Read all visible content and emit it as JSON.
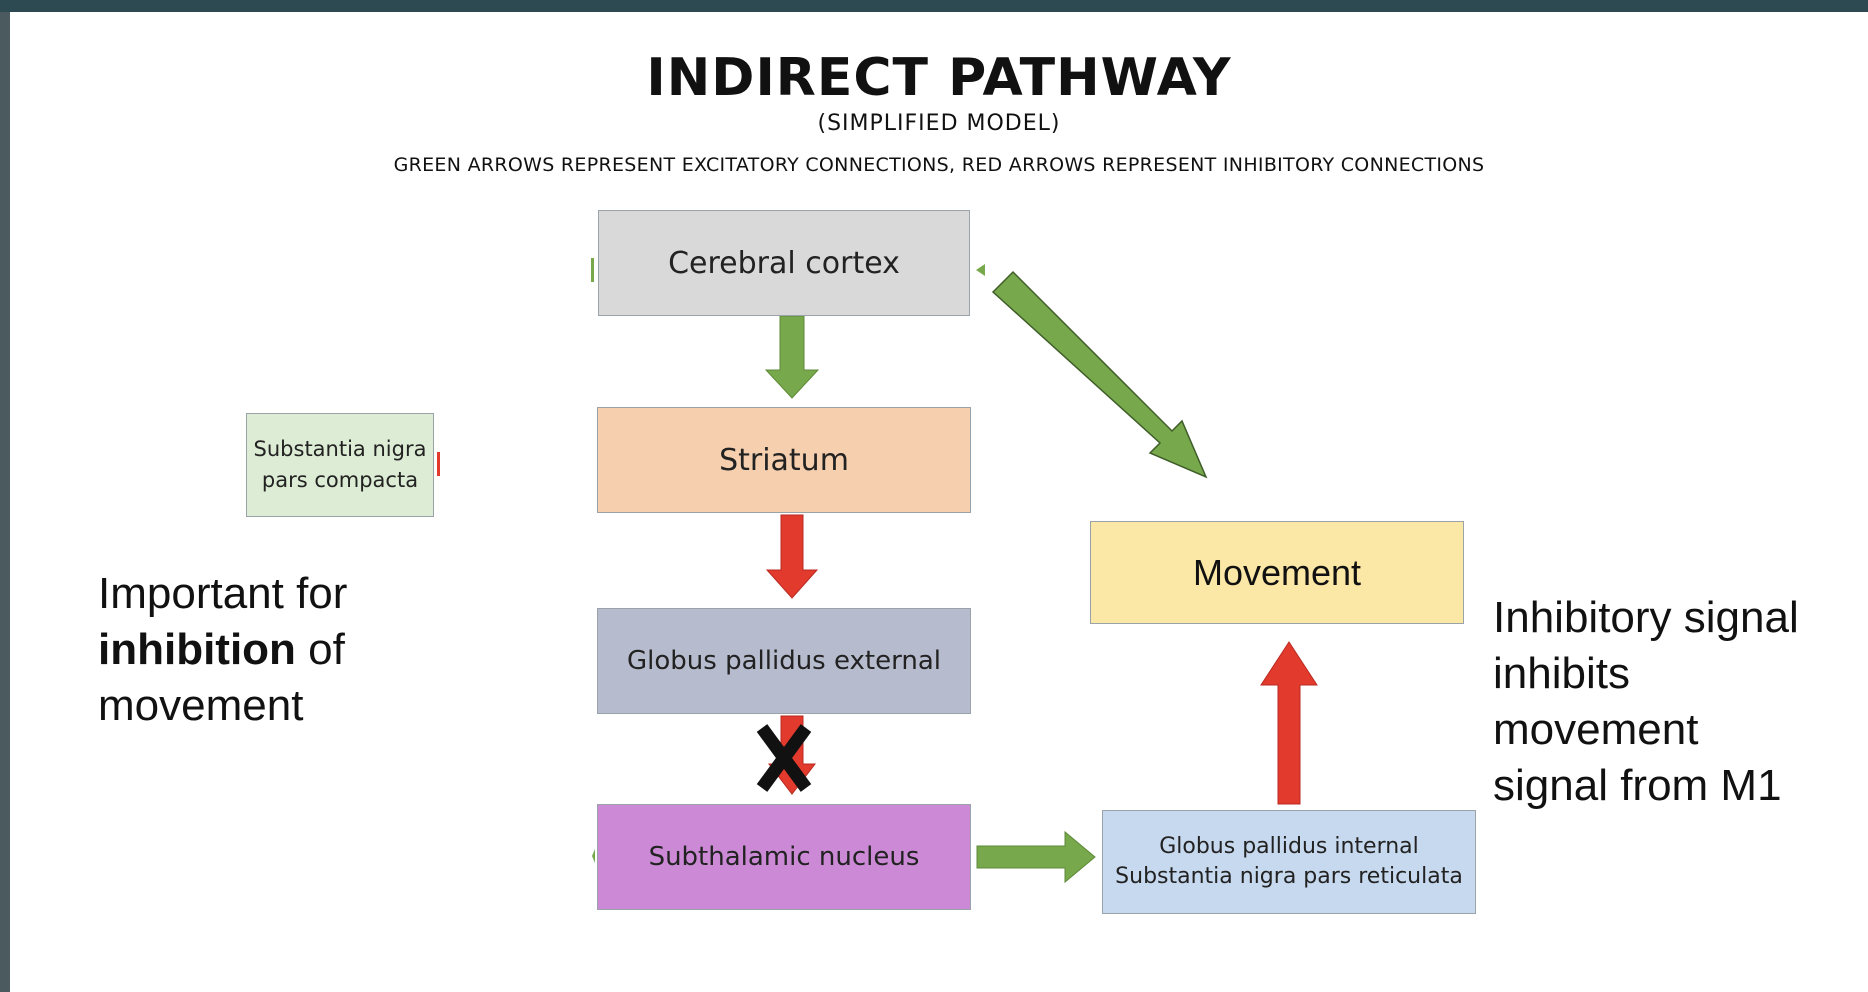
{
  "title": "INDIRECT PATHWAY",
  "subtitle": "(SIMPLIFIED MODEL)",
  "legend_note": "GREEN ARROWS REPRESENT EXCITATORY CONNECTIONS, RED ARROWS REPRESENT INHIBITORY CONNECTIONS",
  "nodes": {
    "cortex": "Cerebral cortex",
    "striatum": "Striatum",
    "gpe": "Globus pallidus external",
    "stn": "Subthalamic nucleus",
    "gpi_line1": "Globus pallidus internal",
    "gpi_line2": "Substantia nigra pars reticulata",
    "movement": "Movement",
    "snc_line1": "Substantia nigra",
    "snc_line2": "pars compacta"
  },
  "blocked_marker": "X",
  "left_note": {
    "line1": "Important for",
    "bold": "inhibition",
    "after_bold": " of",
    "line3": "movement"
  },
  "right_note": {
    "line1": "Inhibitory signal",
    "line2": "inhibits",
    "line3": "movement",
    "line4": "signal from M1"
  },
  "colors": {
    "excitatory": "#78a84c",
    "inhibitory": "#e23a2c",
    "arrow_outline": "#3f5e29"
  }
}
